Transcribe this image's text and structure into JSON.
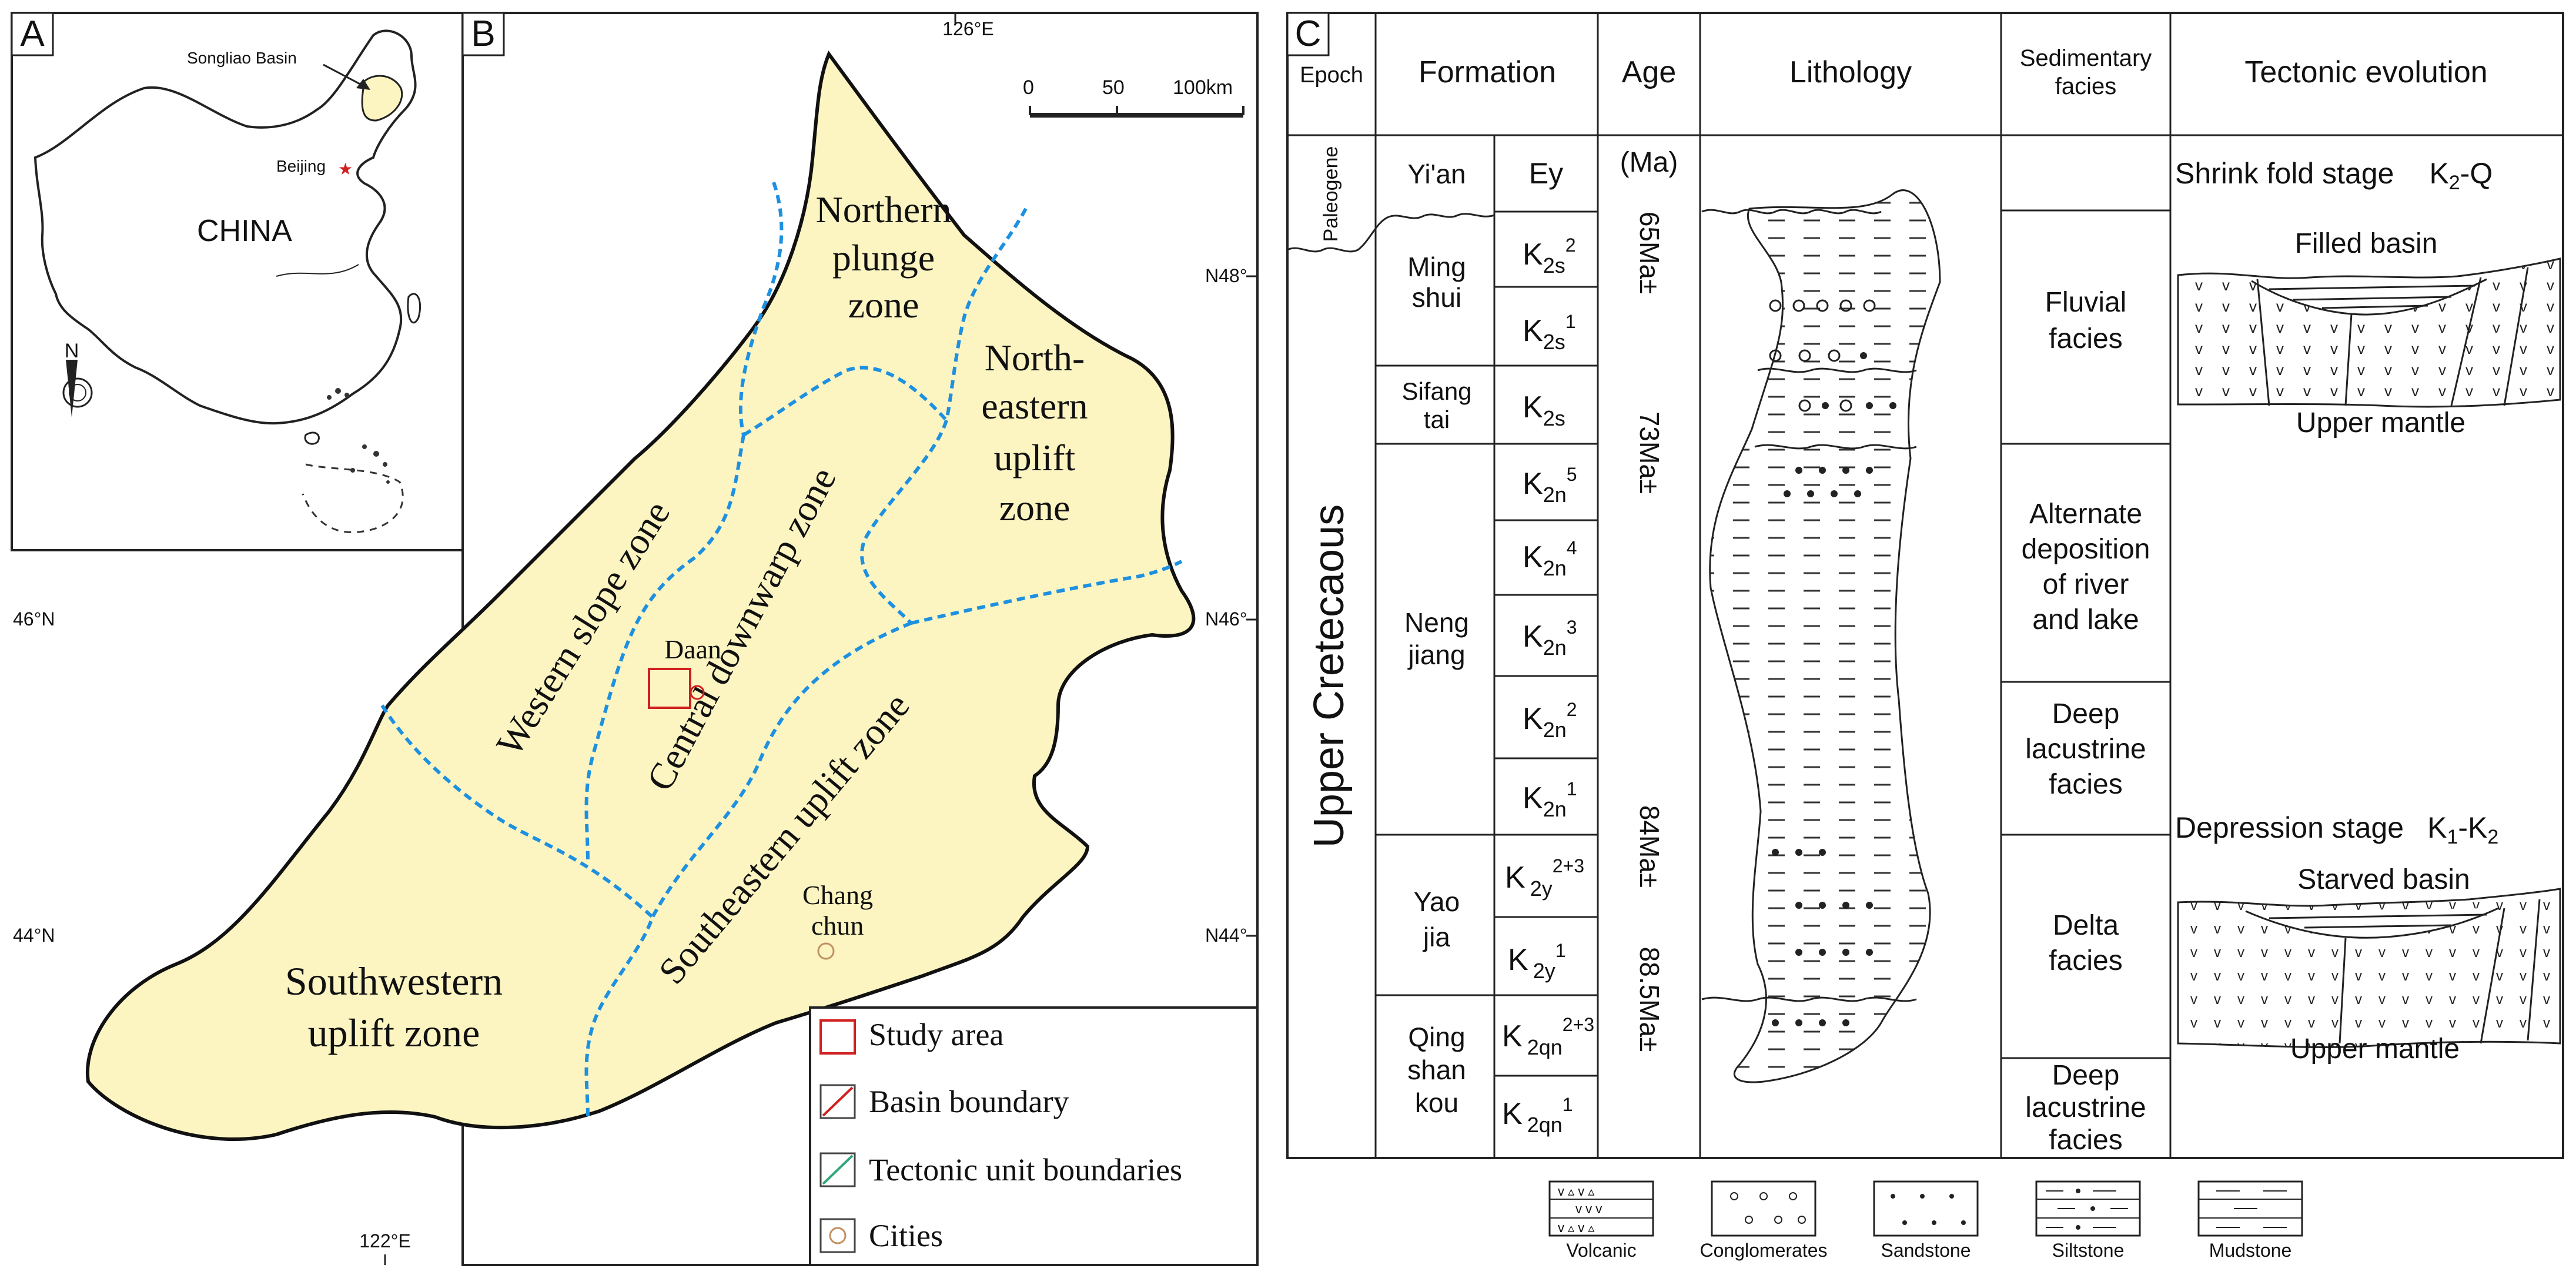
{
  "panel_a": {
    "label": "A",
    "basin_label": "Songliao Basin",
    "capital_label": "Beijing",
    "country_label": "CHINA",
    "north": "N"
  },
  "panel_b": {
    "label": "B",
    "lon_top": "126°E",
    "lon_bottom": "122°E",
    "lat_n48": "N48°",
    "lat_46_left": "46°N",
    "lat_46_right": "N46°",
    "lat_44_left": "44°N",
    "lat_44_right": "N44°",
    "scale": {
      "t0": "0",
      "t1": "50",
      "t2": "100km"
    },
    "zones": {
      "northern_1": "Northern",
      "northern_2": "plunge",
      "northern_3": "zone",
      "ne_1": "North-",
      "ne_2": "eastern",
      "ne_3": "uplift",
      "ne_4": "zone",
      "western": "Western slope zone",
      "central": "Central downwarp zone",
      "southeastern": "Southeastern uplift zone",
      "sw_1": "Southwestern",
      "sw_2": "uplift zone"
    },
    "cities": {
      "daan": "Daan",
      "changchun_1": "Chang",
      "changchun_2": "chun"
    },
    "legend": {
      "study_area": "Study  area",
      "basin_boundary": "Basin boundary",
      "tectonic": "Tectonic unit boundaries",
      "cities": "Cities"
    },
    "colors": {
      "basin_fill": "#FCF5C2",
      "tectonic_line": "#1E90E0",
      "study_area": "#D02020"
    }
  },
  "panel_c": {
    "label": "C",
    "headers": {
      "epoch": "Epoch",
      "formation": "Formation",
      "age": "Age",
      "lithology": "Lithology",
      "sed_1": "Sedimentary",
      "sed_2": "facies",
      "tectonic": "Tectonic evolution"
    },
    "epoch_upper": "Upper  Cretecaous",
    "epoch_paleogene": "Paleogene",
    "formations": {
      "yian": "Yi'an",
      "mingshui_1": "Ming",
      "mingshui_2": "shui",
      "sifangtai_1": "Sifang",
      "sifangtai_2": "tai",
      "nengjiang_1": "Neng",
      "nengjiang_2": "jiang",
      "yaojia_1": "Yao",
      "yaojia_2": "jia",
      "qingshankou_1": "Qing",
      "qingshankou_2": "shan",
      "qingshankou_3": "kou"
    },
    "members": {
      "ey": "Ey",
      "k": "K",
      "k2s2_sub": "2s",
      "k2s2_sup": "2",
      "k2s1_sub": "2s",
      "k2s1_sup": "1",
      "k2s_sub": "2s",
      "k2n5_sub": "2n",
      "k2n5_sup": "5",
      "k2n4_sub": "2n",
      "k2n4_sup": "4",
      "k2n3_sub": "2n",
      "k2n3_sup": "3",
      "k2n2_sub": "2n",
      "k2n2_sup": "2",
      "k2n1_sub": "2n",
      "k2n1_sup": "1",
      "k2y23_sub": "2y",
      "k2y23_sup": "2+3",
      "k2y1_sub": "2y",
      "k2y1_sup": "1",
      "k2qn23_sub": "2qn",
      "k2qn23_sup": "2+3",
      "k2qn1_sub": "2qn",
      "k2qn1_sup": "1"
    },
    "ages": {
      "unit": "(Ma)",
      "a65": "65Ma±",
      "a73": "73Ma±",
      "a84": "84Ma±",
      "a885": "88.5Ma±"
    },
    "facies": {
      "fluvial_1": "Fluvial",
      "fluvial_2": "facies",
      "alt_1": "Alternate",
      "alt_2": "deposition",
      "alt_3": "of river",
      "alt_4": "and lake",
      "deep_1": "Deep",
      "deep_2": "lacustrine",
      "deep_3": "facies",
      "delta_1": "Delta",
      "delta_2": "facies",
      "deep2_1": "Deep",
      "deep2_2": "lacustrine",
      "deep2_3": "facies"
    },
    "tectonic": {
      "shrink": "Shrink fold stage",
      "shrink_k": "K",
      "shrink_k_sub": "2",
      "shrink_q": "-Q",
      "filled": "Filled basin",
      "mantle1": "Upper mantle",
      "depression": "Depression stage",
      "dep_k1": "K",
      "dep_k1_sub": "1",
      "dep_dash": "-K",
      "dep_k2_sub": "2",
      "starved": "Starved basin",
      "mantle2": "Upper mantle"
    },
    "legend": {
      "volcanic": "Volcanic",
      "conglomerates": "Conglomerates",
      "sandstone": "Sandstone",
      "siltstone": "Siltstone",
      "mudstone": "Mudstone"
    }
  }
}
